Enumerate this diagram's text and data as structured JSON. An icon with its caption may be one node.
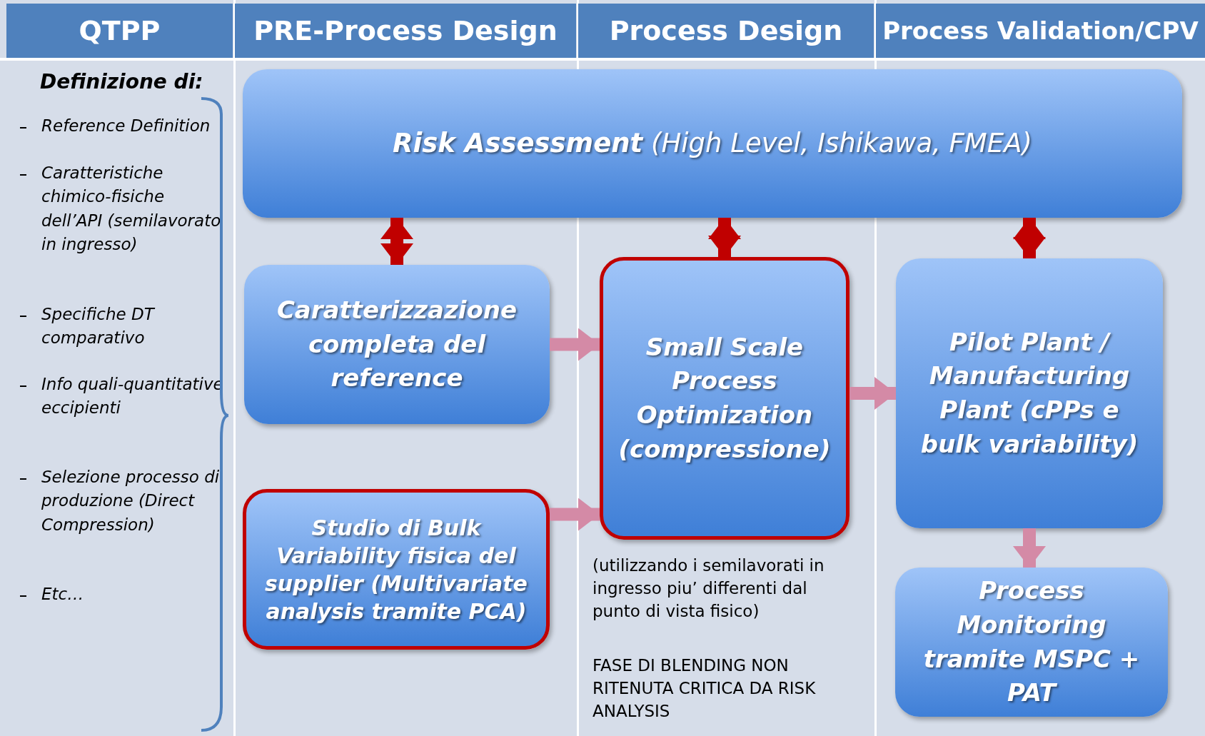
{
  "diagram": {
    "nodes": [
      {
        "text": [
          "QTPP"
        ]
      },
      {
        "text": [
          "PRE-Process Design"
        ]
      },
      {
        "text": [
          "Process Design"
        ]
      },
      {
        "text": [
          "Process Validation/CPV"
        ]
      },
      {
        "text": [
          "**Risk Assessment** (High Level, Ishikawa, FMEA)"
        ]
      },
      {
        "text": [
          "Caratterizzazione completa del reference"
        ]
      },
      {
        "text": [
          "Small Scale Process Optimization (compressione)"
        ],
        "beside": [
          "(utilizzando i semilavorati in ingresso piu’ differenti dal punto di vista fisico)",
          "FASE DI BLENDING NON RITENUTA CRITICA DA RISK ANALYSIS"
        ]
      },
      {
        "text": [
          "Pilot Plant / Manufacturing Plant (cPPs e bulk variability)"
        ]
      },
      {
        "text": [
          "Studio di Bulk Variability fisica del supplier (Multivariate analysis tramite PCA)"
        ]
      },
      {
        "text": [
          "Process Monitoring tramite MSPC + PAT"
        ]
      }
    ],
    "edges": [
      {
        "from": 4,
        "to": 5,
        "arrow": "both",
        "color": "#c00000"
      },
      {
        "from": 4,
        "to": 6,
        "arrow": "both",
        "color": "#c00000"
      },
      {
        "from": 4,
        "to": 7,
        "arrow": "both",
        "color": "#c00000"
      },
      {
        "from": 5,
        "to": 6,
        "arrow": "to"
      },
      {
        "from": 8,
        "to": 6,
        "arrow": "to"
      },
      {
        "from": 6,
        "to": 7,
        "arrow": "to"
      },
      {
        "from": 7,
        "to": 9,
        "arrow": "to"
      }
    ],
    "labels": [
      "Definizione di:",
      "Reference Definition",
      "Caratteristiche chimico-fisiche dell’API (semilavorato in ingresso)",
      "Specifiche DT comparativo",
      "Info quali-quantitative eccipienti",
      "Selezione processo di produzione (Direct Compression)",
      "Etc…"
    ]
  }
}
